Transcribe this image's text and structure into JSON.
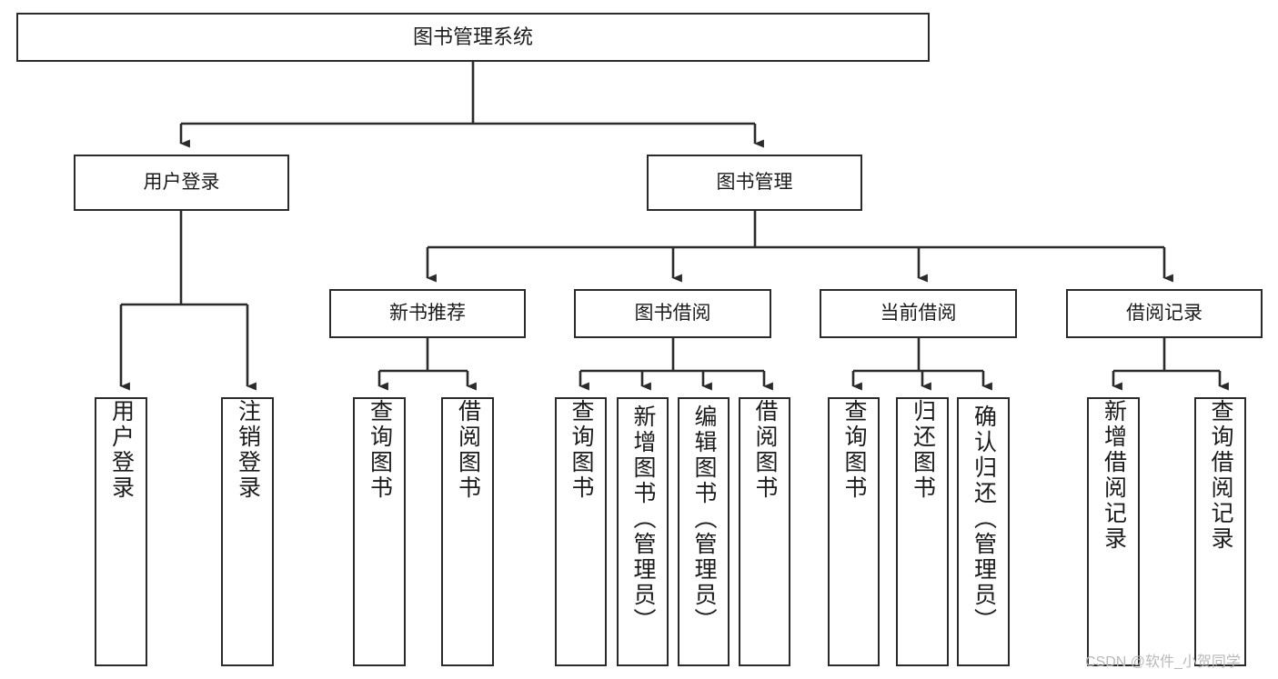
{
  "diagram": {
    "type": "tree",
    "title": "图书管理系统",
    "orientation": "top-down",
    "edge_style": "orthogonal-with-arrowheads",
    "colors": {
      "box_border": "#2b2b2b",
      "box_fill": "#ffffff",
      "edge": "#2b2b2b",
      "text": "#1b1b1b",
      "background": "#ffffff",
      "watermark": "#b9b9b9"
    }
  },
  "nodes": {
    "root": {
      "label": "图书管理系统"
    },
    "level2": [
      {
        "label": "用户登录"
      },
      {
        "label": "图书管理"
      }
    ],
    "level3": [
      {
        "label": "新书推荐"
      },
      {
        "label": "图书借阅"
      },
      {
        "label": "当前借阅"
      },
      {
        "label": "借阅记录"
      }
    ],
    "leaves": {
      "user_login": [
        {
          "label": "用户登录"
        },
        {
          "label": "注销登录"
        }
      ],
      "new_book_recommend": [
        {
          "label": "查询图书"
        },
        {
          "label": "借阅图书"
        }
      ],
      "book_borrow": [
        {
          "label": "查询图书"
        },
        {
          "label": "新增图书（管理员）"
        },
        {
          "label": "编辑图书（管理员）"
        },
        {
          "label": "借阅图书"
        }
      ],
      "current_borrow": [
        {
          "label": "查询图书"
        },
        {
          "label": "归还图书"
        },
        {
          "label": "确认归还（管理员）"
        }
      ],
      "borrow_records": [
        {
          "label": "新增借阅记录"
        },
        {
          "label": "查询借阅记录"
        }
      ]
    }
  },
  "watermark": {
    "text": "CSDN @软件_小贺同学"
  }
}
